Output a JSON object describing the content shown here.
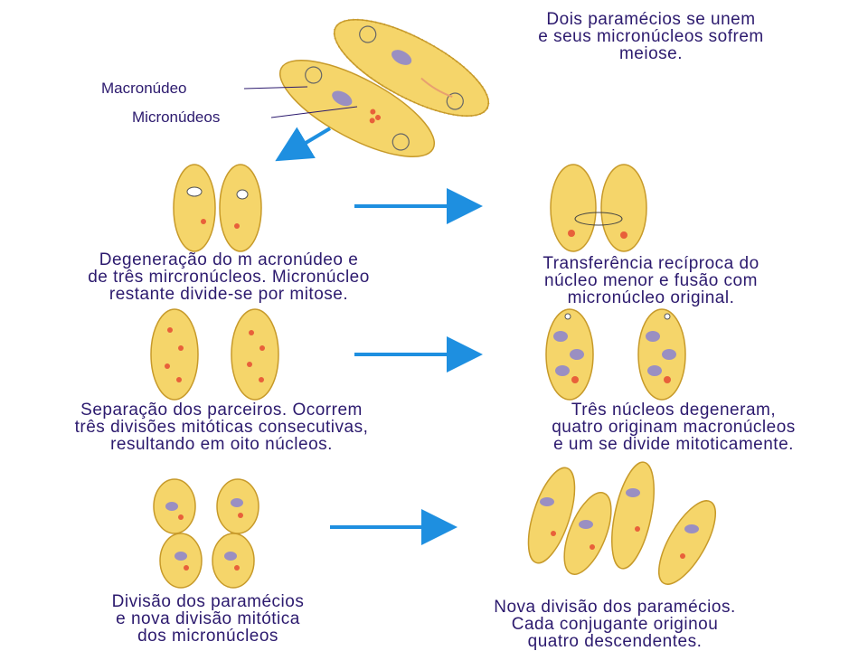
{
  "labels": {
    "macronucleus": "Macronúdeo",
    "micronuclei": "Micronúdeos"
  },
  "captions": {
    "step1": "Dois paramécios se unem\ne seus micronúcleos sofrem\nmeiose.",
    "step2": "Degeneração do m acronúdeo e\nde três mircronúcleos. Micronúcleo\nrestante divide-se por mitose.",
    "step3": "Transferência recíproca do\nnúcleo menor e fusão com\nmicronúcleo original.",
    "step4": "Separação dos parceiros. Ocorrem\ntrês divisões mitóticas consecutivas,\nresultando em oito núcleos.",
    "step5": "Três núcleos degeneram,\nquatro originam macronúcleos\ne um se divide mitoticamente.",
    "step6": "Divisão dos paramécios\ne nova divisão mitótica\ndos micronúcleos",
    "step7": "Nova divisão dos paramécios.\nCada conjugante originou\nquatro descendentes."
  },
  "colors": {
    "cell_fill": "#f5d56a",
    "cell_stroke": "#c79a2a",
    "macronucleus": "#9a8fc2",
    "micronucleus": "#e8603a",
    "arrow": "#1e8fe0",
    "text": "#2c1a6e"
  }
}
